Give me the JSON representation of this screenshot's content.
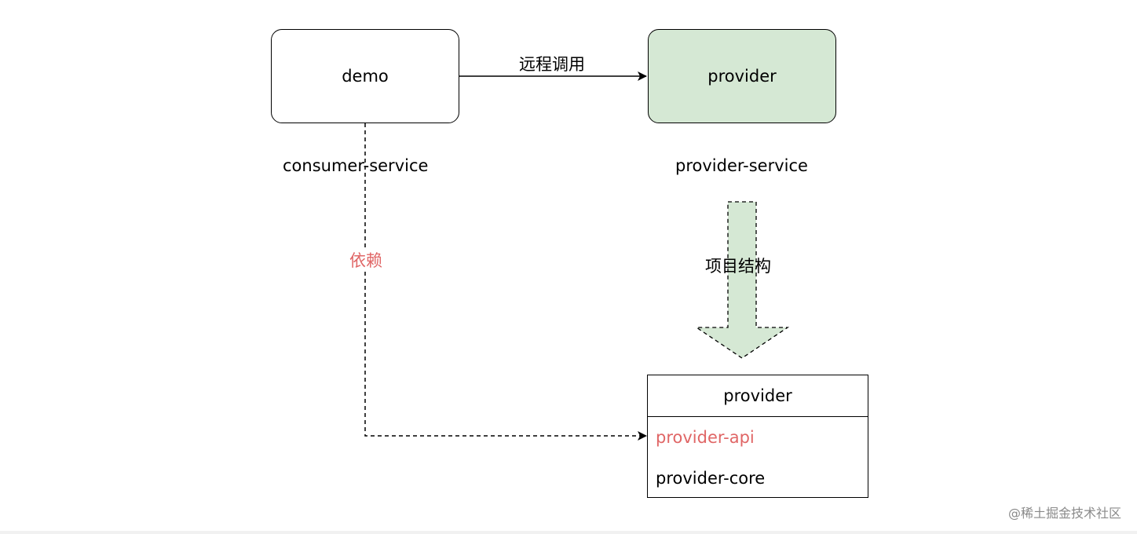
{
  "nodes": {
    "demo": "demo",
    "provider": "provider",
    "provider_fill": "#d5e8d4"
  },
  "labels": {
    "consumer_service": "consumer-service",
    "provider_service": "provider-service",
    "remote_call": "远程调用",
    "dependency": "依赖",
    "project_structure": "项目结构"
  },
  "module_table": {
    "title": "provider",
    "rows": [
      "provider-api",
      "provider-core"
    ]
  },
  "colors": {
    "highlight_red": "#e06666",
    "arrow_fill": "#d5e8d4"
  },
  "watermark": "@稀土掘金技术社区"
}
